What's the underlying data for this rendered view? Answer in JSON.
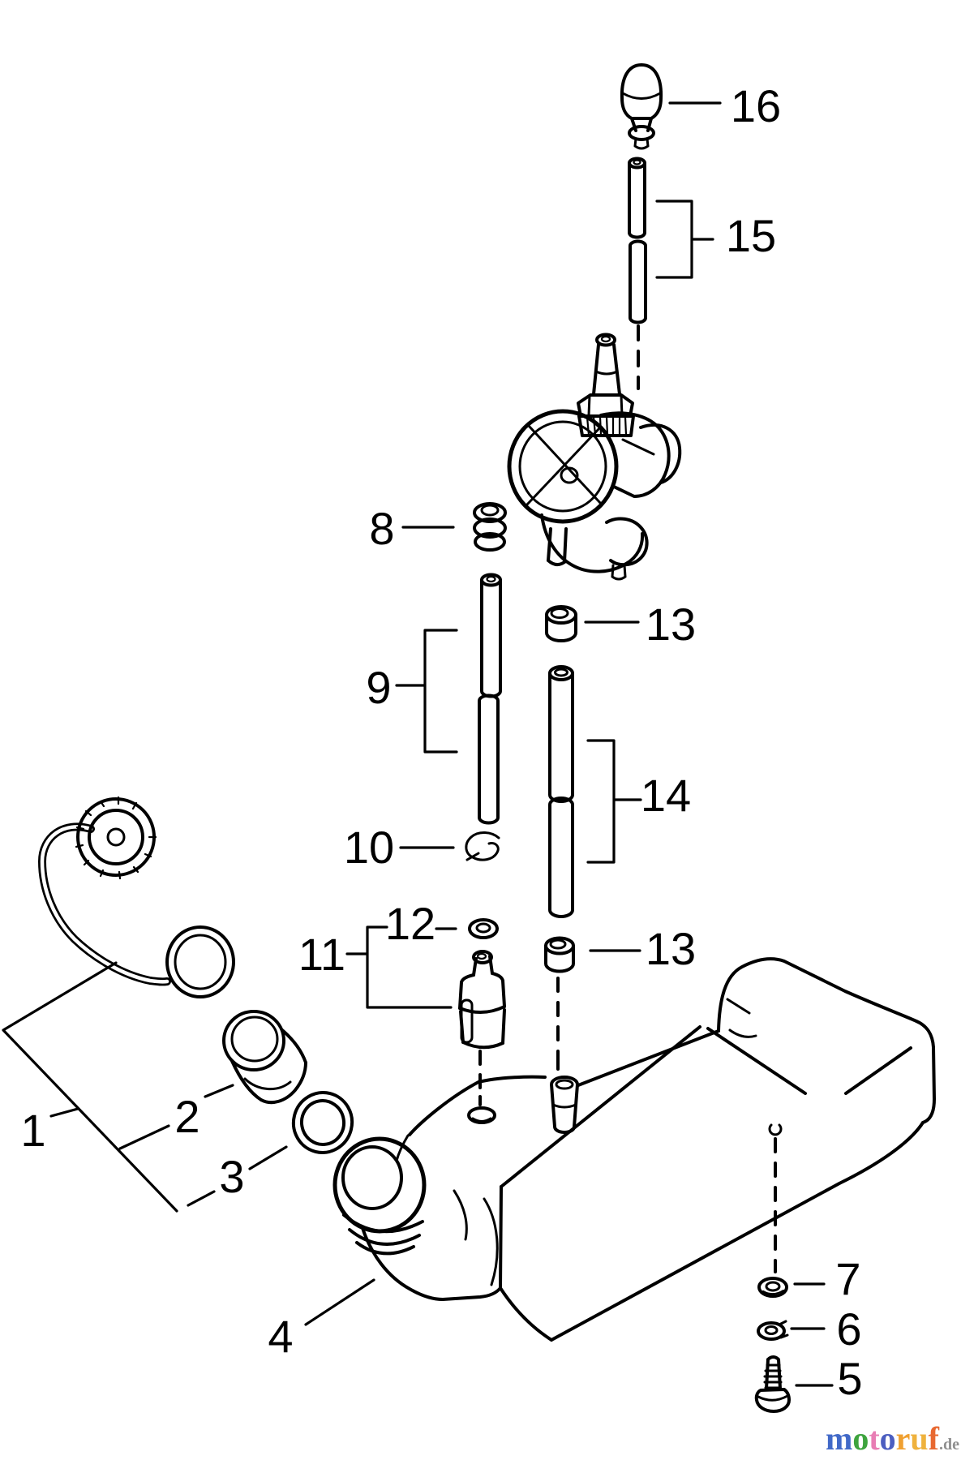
{
  "callouts": {
    "c1": "1",
    "c2": "2",
    "c3": "3",
    "c4": "4",
    "c5": "5",
    "c6": "6",
    "c7": "7",
    "c8": "8",
    "c9": "9",
    "c10": "10",
    "c11": "11",
    "c12": "12",
    "c13": "13",
    "c14": "14",
    "c15": "15",
    "c16": "16"
  },
  "line_color": "#000000",
  "background": "#ffffff",
  "watermark": {
    "letters": [
      {
        "ch": "m",
        "color": "#4169C8"
      },
      {
        "ch": "o",
        "color": "#3EA43E"
      },
      {
        "ch": "t",
        "color": "#E87DB4"
      },
      {
        "ch": "o",
        "color": "#4C5EC0"
      },
      {
        "ch": "r",
        "color": "#F0A030"
      },
      {
        "ch": "u",
        "color": "#EFB23D"
      },
      {
        "ch": "f",
        "color": "#E86830"
      }
    ],
    "suffix": ".de",
    "suffix_color": "#8F8F8F"
  }
}
